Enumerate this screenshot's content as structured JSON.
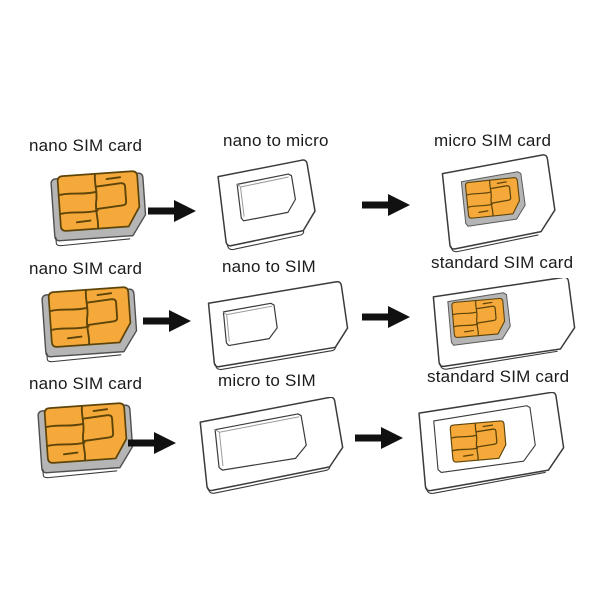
{
  "diagram": {
    "name": "SIM card adapter conversion diagram",
    "rows": [
      {
        "source": "nano SIM card",
        "adapter": "nano to micro",
        "result": "micro SIM card"
      },
      {
        "source": "nano SIM card",
        "adapter": "nano to SIM",
        "result": "standard SIM card"
      },
      {
        "source": "nano SIM card",
        "adapter": "micro to SIM",
        "result": "standard SIM card"
      }
    ]
  },
  "colors": {
    "background": "#ffffff",
    "card_fill": "#ffffff",
    "contact_gold": "#f5a93a",
    "contact_line": "#5d4409",
    "trim_gray": "#b5b5b5",
    "outline_dark": "#3b3b3b",
    "arrow_black": "#111111",
    "label_text": "#1b1b1b"
  }
}
